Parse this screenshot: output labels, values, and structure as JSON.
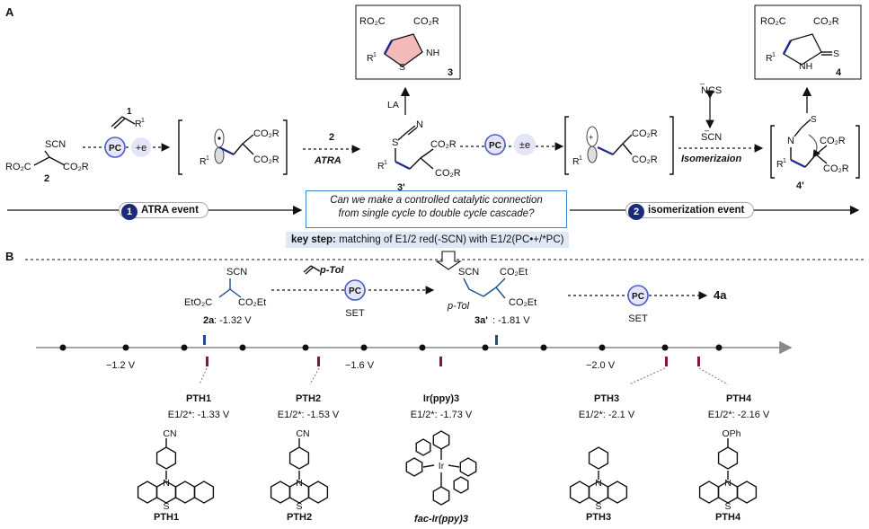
{
  "panel_a": "A",
  "panel_b": "B",
  "top": {
    "pc": "PC",
    "plus_e": "+e",
    "pm_e": "±e",
    "label_1": "1",
    "r1": "R",
    "r1_sup": "1",
    "label_2_reagent": "2",
    "atra": "ATRA",
    "la": "LA",
    "nucleophile_ncs": "NCS",
    "nucleophile_scn": "SCN",
    "isomerization": "Isomerizaion",
    "compound_2": "2",
    "compound_3": "3",
    "compound_3p": "3'",
    "compound_4": "4",
    "compound_4p": "4'",
    "scn": "SCN",
    "co2r": "CO₂R",
    "ro2c": "RO₂C",
    "nh": "NH",
    "s": "S",
    "n": "N",
    "h": "H"
  },
  "flow": {
    "event1_num": "1",
    "event1": "ATRA event",
    "question_l1": "Can we make a controlled catalytic connection",
    "question_l2": "from single cycle to double cycle cascade?",
    "event2_num": "2",
    "event2": "isomerization event",
    "key_step_label": "key step:",
    "key_step_text": "matching of E1/2 red(-SCN) with E1/2(PC•+/*PC)"
  },
  "panel_b_top": {
    "scn": "SCN",
    "eto2c": "EtO₂C",
    "co2et": "CO₂Et",
    "ptol": "p-Tol",
    "pc": "PC",
    "set": "SET",
    "s2a_label": "2a",
    "s2a_value": ": -1.32 V",
    "s3a_label": "3a'",
    "s3a_value": ": -1.81 V",
    "product": "4a"
  },
  "axis": {
    "tick_labels": [
      "−1.2 V",
      "−1.6 V",
      "−2.0 V"
    ]
  },
  "catalysts": [
    {
      "name": "PTH1",
      "potential": "E1/2*: -1.33 V",
      "caption": "PTH1",
      "substituent": "CN"
    },
    {
      "name": "PTH2",
      "potential": "E1/2*: -1.53 V",
      "caption": "PTH2",
      "substituent": "CN"
    },
    {
      "name": "Ir(ppy)3",
      "potential": "E1/2*: -1.73 V",
      "caption": "fac-Ir(ppy)3",
      "substituent": ""
    },
    {
      "name": "PTH3",
      "potential": "E1/2*: -2.1 V",
      "caption": "PTH3",
      "substituent": ""
    },
    {
      "name": "PTH4",
      "potential": "E1/2*: -2.16 V",
      "caption": "PTH4",
      "substituent": "OPh"
    }
  ],
  "colors": {
    "accent_blue": "#1d2a8f",
    "marker_blue": "#1f4e8c",
    "marker_red": "#8a1538",
    "pc_fill": "#e4e6f8",
    "ring_fill": "#f4b9b9",
    "box_border": "#3a86c8",
    "key_bg": "#dfe9f6"
  }
}
